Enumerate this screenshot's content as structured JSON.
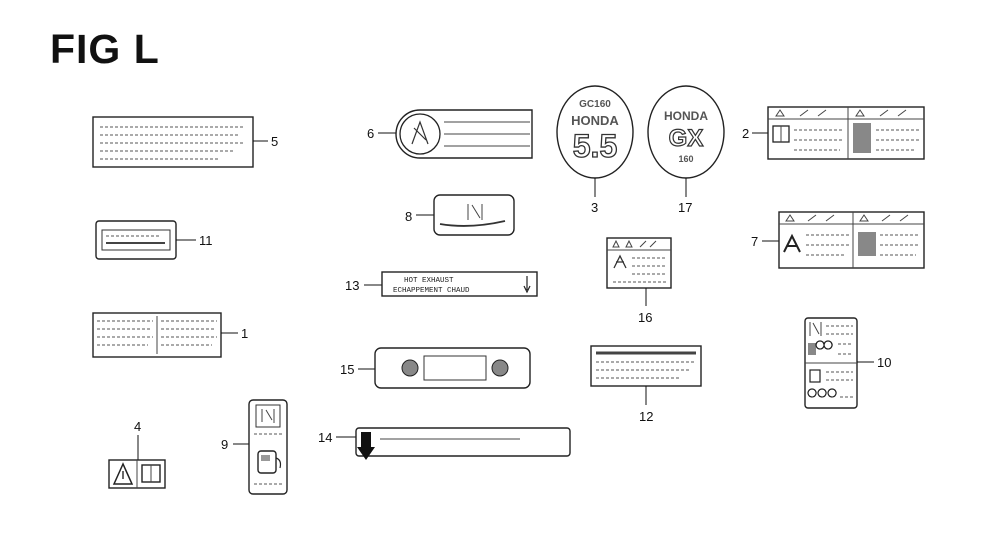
{
  "figure": {
    "title": "FIG L"
  },
  "parts": {
    "p1": "1",
    "p2": "2",
    "p3": "3",
    "p4": "4",
    "p5": "5",
    "p6": "6",
    "p7": "7",
    "p8": "8",
    "p9": "9",
    "p10": "10",
    "p11": "11",
    "p12": "12",
    "p13": "13",
    "p14": "14",
    "p15": "15",
    "p16": "16",
    "p17": "17"
  },
  "label_text": {
    "exhaust_line1": "HOT  EXHAUST",
    "exhaust_line2": "ECHAPPEMENT CHAUD",
    "emblem3_top": "GC160",
    "emblem3_brand": "HONDA",
    "emblem3_size": "5.5",
    "emblem17_brand": "HONDA",
    "emblem17_model": "GX",
    "emblem17_sub": "160"
  }
}
